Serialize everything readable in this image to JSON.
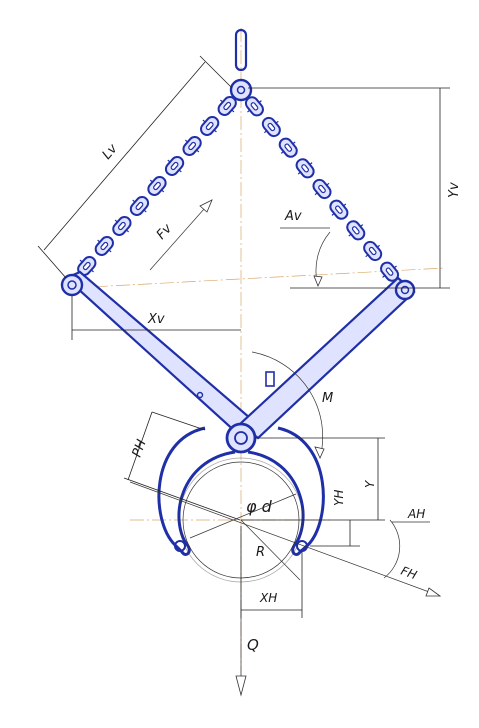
{
  "labels": {
    "lv": "Lv",
    "yv": "Yv",
    "fv": "Fv",
    "av": "Av",
    "xv": "Xv",
    "m": "M",
    "ph": "PH",
    "yh": "YH",
    "y": "Y",
    "ah": "AH",
    "fh": "FH",
    "phi_d": "φ d",
    "r": "R",
    "xh": "XH",
    "q": "Q"
  },
  "colors": {
    "structure": "#1f2fa8",
    "structure_fill": "#dfe3ff",
    "center_line": "#d9a86a",
    "dimension": "#222222"
  },
  "icons": {
    "force_arrow": "open-arrow",
    "chain_link": "chain-link"
  }
}
